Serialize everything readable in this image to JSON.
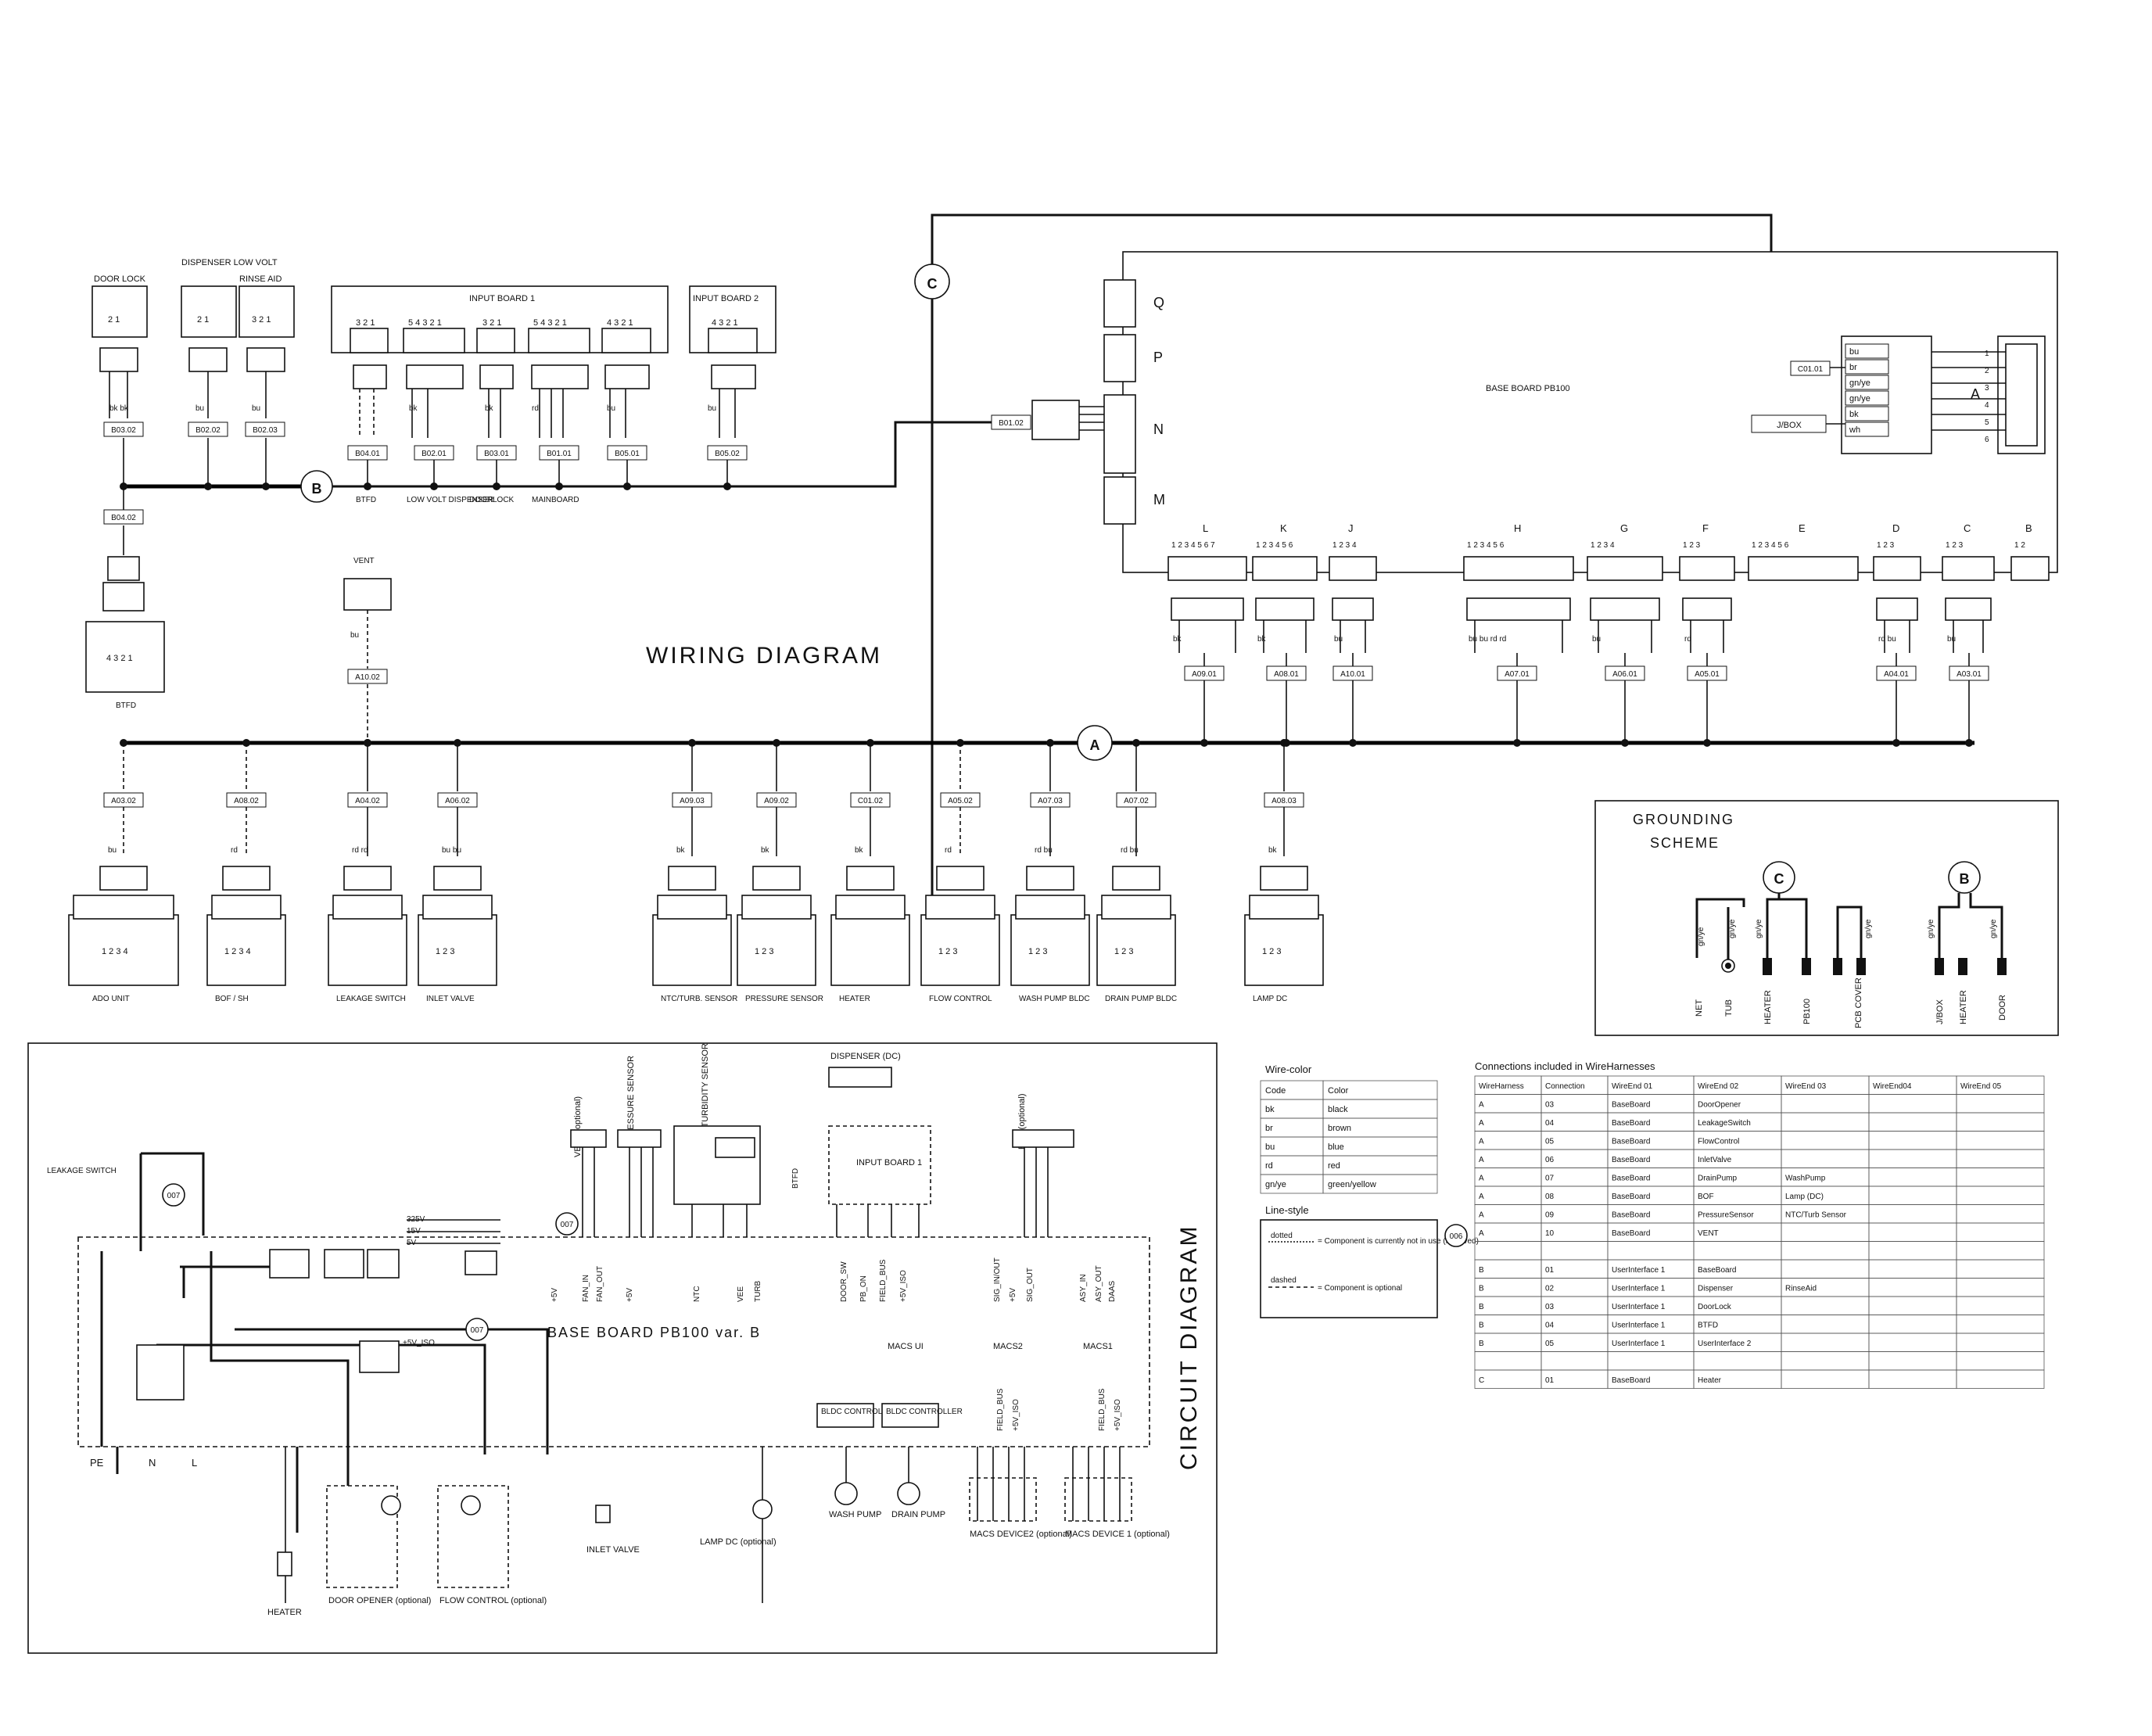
{
  "wiring": {
    "title": "WIRING DIAGRAM",
    "nodes": {
      "a": "A",
      "b": "B",
      "c": "C"
    },
    "base_board_label": "BASE BOARD PB100",
    "jbox_label": "J/BOX",
    "connector_letters": [
      "Q",
      "P",
      "N",
      "M",
      "L",
      "K",
      "J",
      "H",
      "G",
      "F",
      "E",
      "D",
      "C",
      "B",
      "A"
    ],
    "top_components": [
      {
        "title": "DOOR LOCK",
        "pins": "2 1",
        "wire": "bk  bk",
        "code": "B03.02"
      },
      {
        "title": "DISPENSER LOW VOLT",
        "pins": "2 1",
        "wire": "bu",
        "code": "B02.02"
      },
      {
        "title": "RINSE AID",
        "pins": "3 2 1",
        "wire": "bu",
        "code": "B02.03"
      }
    ],
    "input_board_1": {
      "title": "INPUT BOARD 1",
      "groups": [
        {
          "pins": "3 2 1",
          "wire": "",
          "code": "B04.01",
          "caption": "BTFD"
        },
        {
          "pins": "5 4 3 2 1",
          "wire": "bk",
          "code": "B02.01",
          "caption": "LOW VOLT DISPENSER"
        },
        {
          "pins": "3 2 1",
          "wire": "bk",
          "code": "B03.01",
          "caption": "DOORLOCK"
        },
        {
          "pins": "5 4 3 2 1",
          "wire": "rd",
          "code": "B01.01",
          "caption": "MAINBOARD"
        },
        {
          "pins": "4 3 2 1",
          "wire": "bu",
          "code": "B05.01",
          "caption": ""
        }
      ]
    },
    "input_board_2": {
      "title": "INPUT BOARD 2",
      "pins": "4 3 2 1",
      "wire": "bu",
      "code": "B05.02"
    },
    "b01_code": "B01.02",
    "c01_code": "C01.01",
    "btfd": {
      "code": "B04.02",
      "pins": "4 3 2 1",
      "caption": "BTFD"
    },
    "vent": {
      "title": "VENT",
      "wire": "bu",
      "code": "A10.02"
    },
    "a_connector_wires": [
      "bu",
      "br",
      "gn/ye",
      "gn/ye",
      "bk",
      "wh"
    ],
    "a_connector_pins": [
      "1",
      "2",
      "3",
      "4",
      "5",
      "6"
    ],
    "upper_harness": [
      {
        "letter": "L",
        "pins": "1 2 3 4 5 6 7",
        "code": "A09.01",
        "wire": "bk"
      },
      {
        "letter": "K",
        "pins": "1 2 3 4 5 6",
        "code": "A08.01",
        "wire": "bk"
      },
      {
        "letter": "J",
        "pins": "1 2 3 4",
        "code": "A10.01",
        "wire": "bu"
      },
      {
        "letter": "H",
        "pins": "1  2  3  4  5  6",
        "code": "A07.01",
        "wire": "bu  bu  rd  rd"
      },
      {
        "letter": "G",
        "pins": "1  2  3  4",
        "code": "A06.01",
        "wire": "bu"
      },
      {
        "letter": "F",
        "pins": "1  2  3",
        "code": "A05.01",
        "wire": "rd"
      },
      {
        "letter": "E",
        "pins": "1  2  3  4  5  6",
        "code": "",
        "wire": ""
      },
      {
        "letter": "D",
        "pins": "1  2  3",
        "code": "A04.01",
        "wire": "rd  bu"
      },
      {
        "letter": "C",
        "pins": "1  2  3",
        "code": "A03.01",
        "wire": "bu"
      },
      {
        "letter": "B",
        "pins": "1  2",
        "code": "",
        "wire": ""
      }
    ],
    "lower_components": [
      {
        "code": "A03.02",
        "wire": "bu",
        "pins": "1   2   3   4",
        "caption": "ADO UNIT"
      },
      {
        "code": "A08.02",
        "wire": "rd",
        "pins": "1 2 3 4",
        "caption": "BOF / SH"
      },
      {
        "code": "A04.02",
        "wire": "rd  rd",
        "pins": "",
        "caption": "LEAKAGE SWITCH"
      },
      {
        "code": "A06.02",
        "wire": "bu  bu",
        "pins": "1 2 3",
        "caption": "INLET VALVE"
      },
      {
        "code": "A09.03",
        "wire": "bk",
        "pins": "",
        "caption": "NTC/TURB. SENSOR"
      },
      {
        "code": "A09.02",
        "wire": "bk",
        "pins": "1 2 3",
        "caption": "PRESSURE SENSOR"
      },
      {
        "code": "C01.02",
        "wire": "bk",
        "pins": "",
        "caption": "HEATER"
      },
      {
        "code": "A05.02",
        "wire": "rd",
        "pins": "1   2   3",
        "caption": "FLOW CONTROL"
      },
      {
        "code": "A07.03",
        "wire": "rd  bu",
        "pins": "1   2   3",
        "caption": "WASH PUMP BLDC"
      },
      {
        "code": "A07.02",
        "wire": "rd  bu",
        "pins": "1   2   3",
        "caption": "DRAIN PUMP BLDC"
      },
      {
        "code": "A08.03",
        "wire": "bk",
        "pins": "1 2 3",
        "caption": "LAMP DC"
      }
    ]
  },
  "grounding": {
    "title": "GROUNDING SCHEME",
    "nodes": [
      "C",
      "B"
    ],
    "wire_label": "gn/ye",
    "labels": [
      "NET",
      "TUB",
      "HEATER",
      "PB100",
      "PCB COVER",
      "J/BOX",
      "HEATER",
      "DOOR"
    ]
  },
  "wire_color": {
    "title": "Wire-color",
    "headers": [
      "Code",
      "Color"
    ],
    "rows": [
      [
        "bk",
        "black"
      ],
      [
        "br",
        "brown"
      ],
      [
        "bu",
        "blue"
      ],
      [
        "rd",
        "red"
      ],
      [
        "gn/ye",
        "green/yellow"
      ]
    ]
  },
  "line_style": {
    "title": "Line-style",
    "dotted": "dotted",
    "dotted_desc": "= Component is currently not in use (reserved)",
    "dashed": "dashed",
    "dashed_desc": "= Component is optional",
    "ref": "006"
  },
  "connections": {
    "title": "Connections included in WireHarnesses",
    "headers": [
      "WireHarness",
      "Connection",
      "WireEnd 01",
      "WireEnd 02",
      "WireEnd 03",
      "WireEnd04",
      "WireEnd 05"
    ],
    "rows": [
      [
        "A",
        "03",
        "BaseBoard",
        "DoorOpener",
        "",
        "",
        ""
      ],
      [
        "A",
        "04",
        "BaseBoard",
        "LeakageSwitch",
        "",
        "",
        ""
      ],
      [
        "A",
        "05",
        "BaseBoard",
        "FlowControl",
        "",
        "",
        ""
      ],
      [
        "A",
        "06",
        "BaseBoard",
        "InletValve",
        "",
        "",
        ""
      ],
      [
        "A",
        "07",
        "BaseBoard",
        "DrainPump",
        "WashPump",
        "",
        ""
      ],
      [
        "A",
        "08",
        "BaseBoard",
        "BOF",
        "Lamp (DC)",
        "",
        ""
      ],
      [
        "A",
        "09",
        "BaseBoard",
        "PressureSensor",
        "NTC/Turb Sensor",
        "",
        ""
      ],
      [
        "A",
        "10",
        "BaseBoard",
        "VENT",
        "",
        "",
        ""
      ],
      [
        "",
        "",
        "",
        "",
        "",
        "",
        ""
      ],
      [
        "B",
        "01",
        "UserInterface 1",
        "BaseBoard",
        "",
        "",
        ""
      ],
      [
        "B",
        "02",
        "UserInterface 1",
        "Dispenser",
        "RinseAid",
        "",
        ""
      ],
      [
        "B",
        "03",
        "UserInterface 1",
        "DoorLock",
        "",
        "",
        ""
      ],
      [
        "B",
        "04",
        "UserInterface 1",
        "BTFD",
        "",
        "",
        ""
      ],
      [
        "B",
        "05",
        "UserInterface 1",
        "UserInterface 2",
        "",
        "",
        ""
      ],
      [
        "",
        "",
        "",
        "",
        "",
        "",
        ""
      ],
      [
        "C",
        "01",
        "BaseBoard",
        "Heater",
        "",
        "",
        ""
      ]
    ]
  },
  "circuit": {
    "title": "CIRCUIT DIAGRAM",
    "board_label": "BASE BOARD PB100 var. B",
    "leakage_switch": "LEAKAGE SWITCH",
    "ref_007": "007",
    "supply": [
      "325V",
      "15V",
      "5V"
    ],
    "iso": "+5V_ISO",
    "top_labels": [
      {
        "title": "VENT (optional)"
      },
      {
        "title": "PRESSURE SENSOR"
      },
      {
        "title": "NTC/ TURBIDITY SENSOR"
      },
      {
        "title": "DISPENSER (DC)"
      },
      {
        "title": "BOF (optional)"
      }
    ],
    "input_board": "INPUT BOARD 1",
    "btfd": "BTFD",
    "signals": [
      "+5V",
      "FAN_IN",
      "FAN_OUT",
      "+5V",
      "NTC",
      "VEE",
      "TURB",
      "DOOR_SW",
      "PB_ON",
      "FIELD_BUS",
      "+5V_ISO",
      "SIG_IN/OUT",
      "+5V",
      "SIG_OUT",
      "ASY_IN",
      "ASY_OUT",
      "DAAS"
    ],
    "macs": [
      "MACS UI",
      "MACS2",
      "MACS1"
    ],
    "bldc": "BLDC CONTROLLER",
    "bottom_pins": [
      "PE",
      "N",
      "L"
    ],
    "bottom_components": [
      {
        "caption": "HEATER"
      },
      {
        "caption": "DOOR OPENER (optional)"
      },
      {
        "caption": "FLOW CONTROL (optional)"
      },
      {
        "caption": "INLET VALVE"
      },
      {
        "caption": "LAMP DC (optional)"
      },
      {
        "caption": "WASH PUMP"
      },
      {
        "caption": "DRAIN PUMP"
      },
      {
        "caption": "MACS DEVICE2 (optional)"
      },
      {
        "caption": "MACS DEVICE 1 (optional)"
      }
    ],
    "field_bus_labels": [
      "FIELD_BUS",
      "+5V_ISO",
      "FIELD_BUS",
      "+5V_ISO"
    ]
  }
}
